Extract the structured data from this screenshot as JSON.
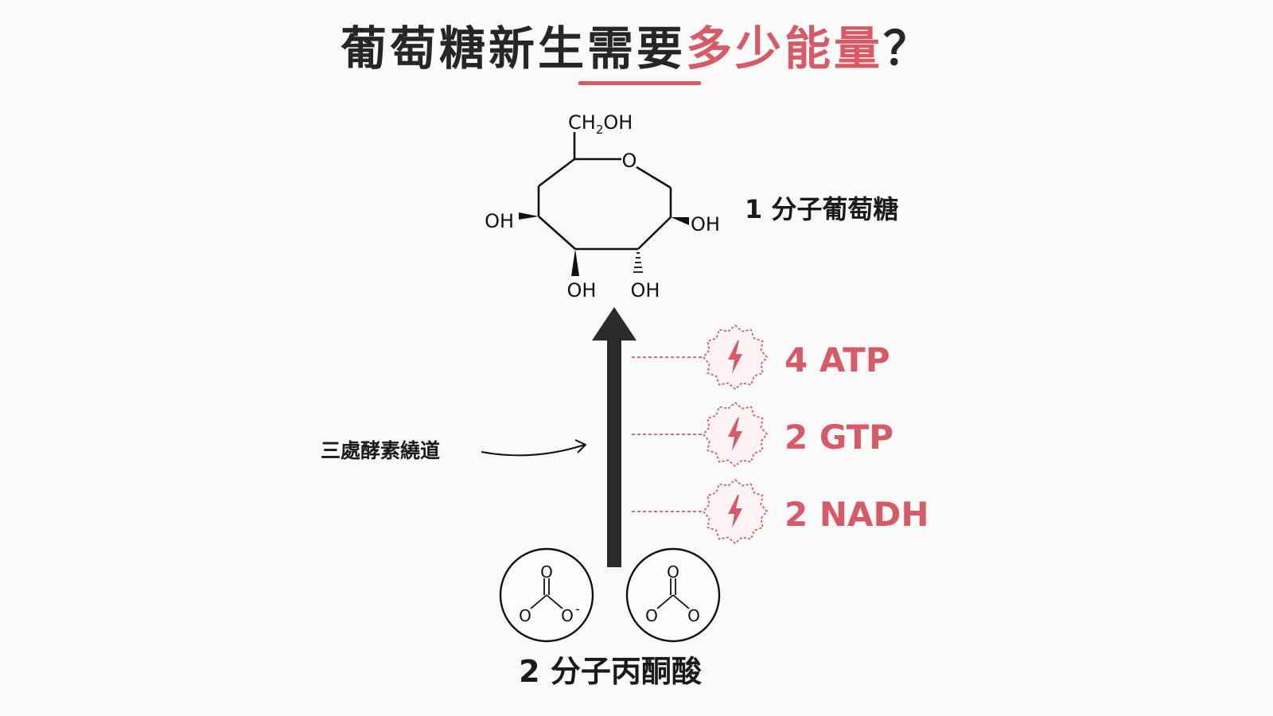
{
  "title": {
    "part1": "葡萄糖新生需要",
    "part2": "多少能量",
    "part3": "？"
  },
  "glucose": {
    "label": "1 分子葡萄糖",
    "ch2oh_main": "CH",
    "ch2oh_sub": "2",
    "ch2oh_tail": "OH",
    "ring_oxygen": "O",
    "oh_left": "OH",
    "oh_right": "OH",
    "oh_bottom_left": "OH",
    "oh_bottom_right": "OH"
  },
  "bypass_label": "三處酵素繞道",
  "energy_costs": [
    {
      "label": "4 ATP"
    },
    {
      "label": "2 GTP"
    },
    {
      "label": "2 NADH"
    }
  ],
  "pyruvate": {
    "label": "2 分子丙酮酸",
    "molecule1": {
      "top_o": "O",
      "left_o": "O",
      "right_o": "O",
      "charge": "-"
    },
    "molecule2": {
      "top_o": "O",
      "left_o": "O",
      "right_o": "O"
    }
  },
  "colors": {
    "accent": "#d65b66",
    "text": "#262626",
    "arrow": "#2b2b2b"
  },
  "icons": [
    "lightning-badge-icon"
  ]
}
